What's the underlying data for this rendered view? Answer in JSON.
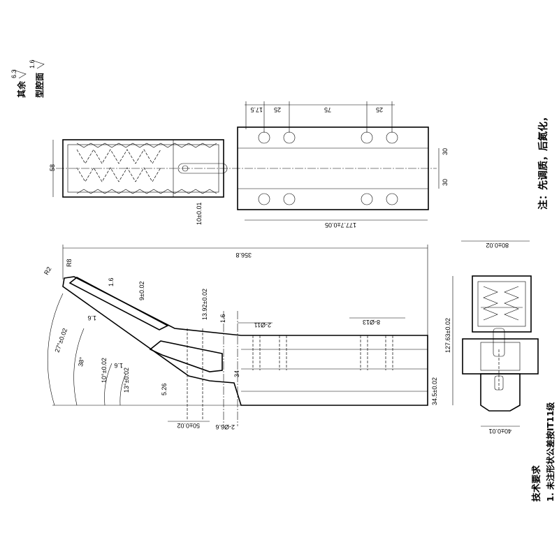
{
  "roughness": {
    "rest_value": "6.3",
    "rest_label": "其余",
    "profile_value": "1.6",
    "profile_label": "型腔面"
  },
  "notes": {
    "right_note": "注：先调质，后氮化，",
    "tech_title": "技术要求",
    "tech_item": "1. 未注形状公差按IT11级"
  },
  "top_view": {
    "dims": [
      "17.5",
      "25",
      "75",
      "25",
      "58",
      "30",
      "30",
      "10±0.01",
      "177.7±0.05"
    ]
  },
  "front_view": {
    "dims": [
      "356.8",
      "R8",
      "R2",
      "1.6",
      "9±0.02",
      "1.6",
      "13.92±0.02",
      "1.6",
      "2-Ø11",
      "8-Ø13",
      "27°±0.02",
      "38°",
      "10°±0.02",
      "1.6",
      "13°±0.02",
      "5.26",
      "34",
      "34.5±0.02",
      "50±0.02",
      "2-Ø6.6",
      "127.63±0.02"
    ]
  },
  "side_view": {
    "dims": [
      "80±0.02",
      "40±0.01"
    ]
  }
}
